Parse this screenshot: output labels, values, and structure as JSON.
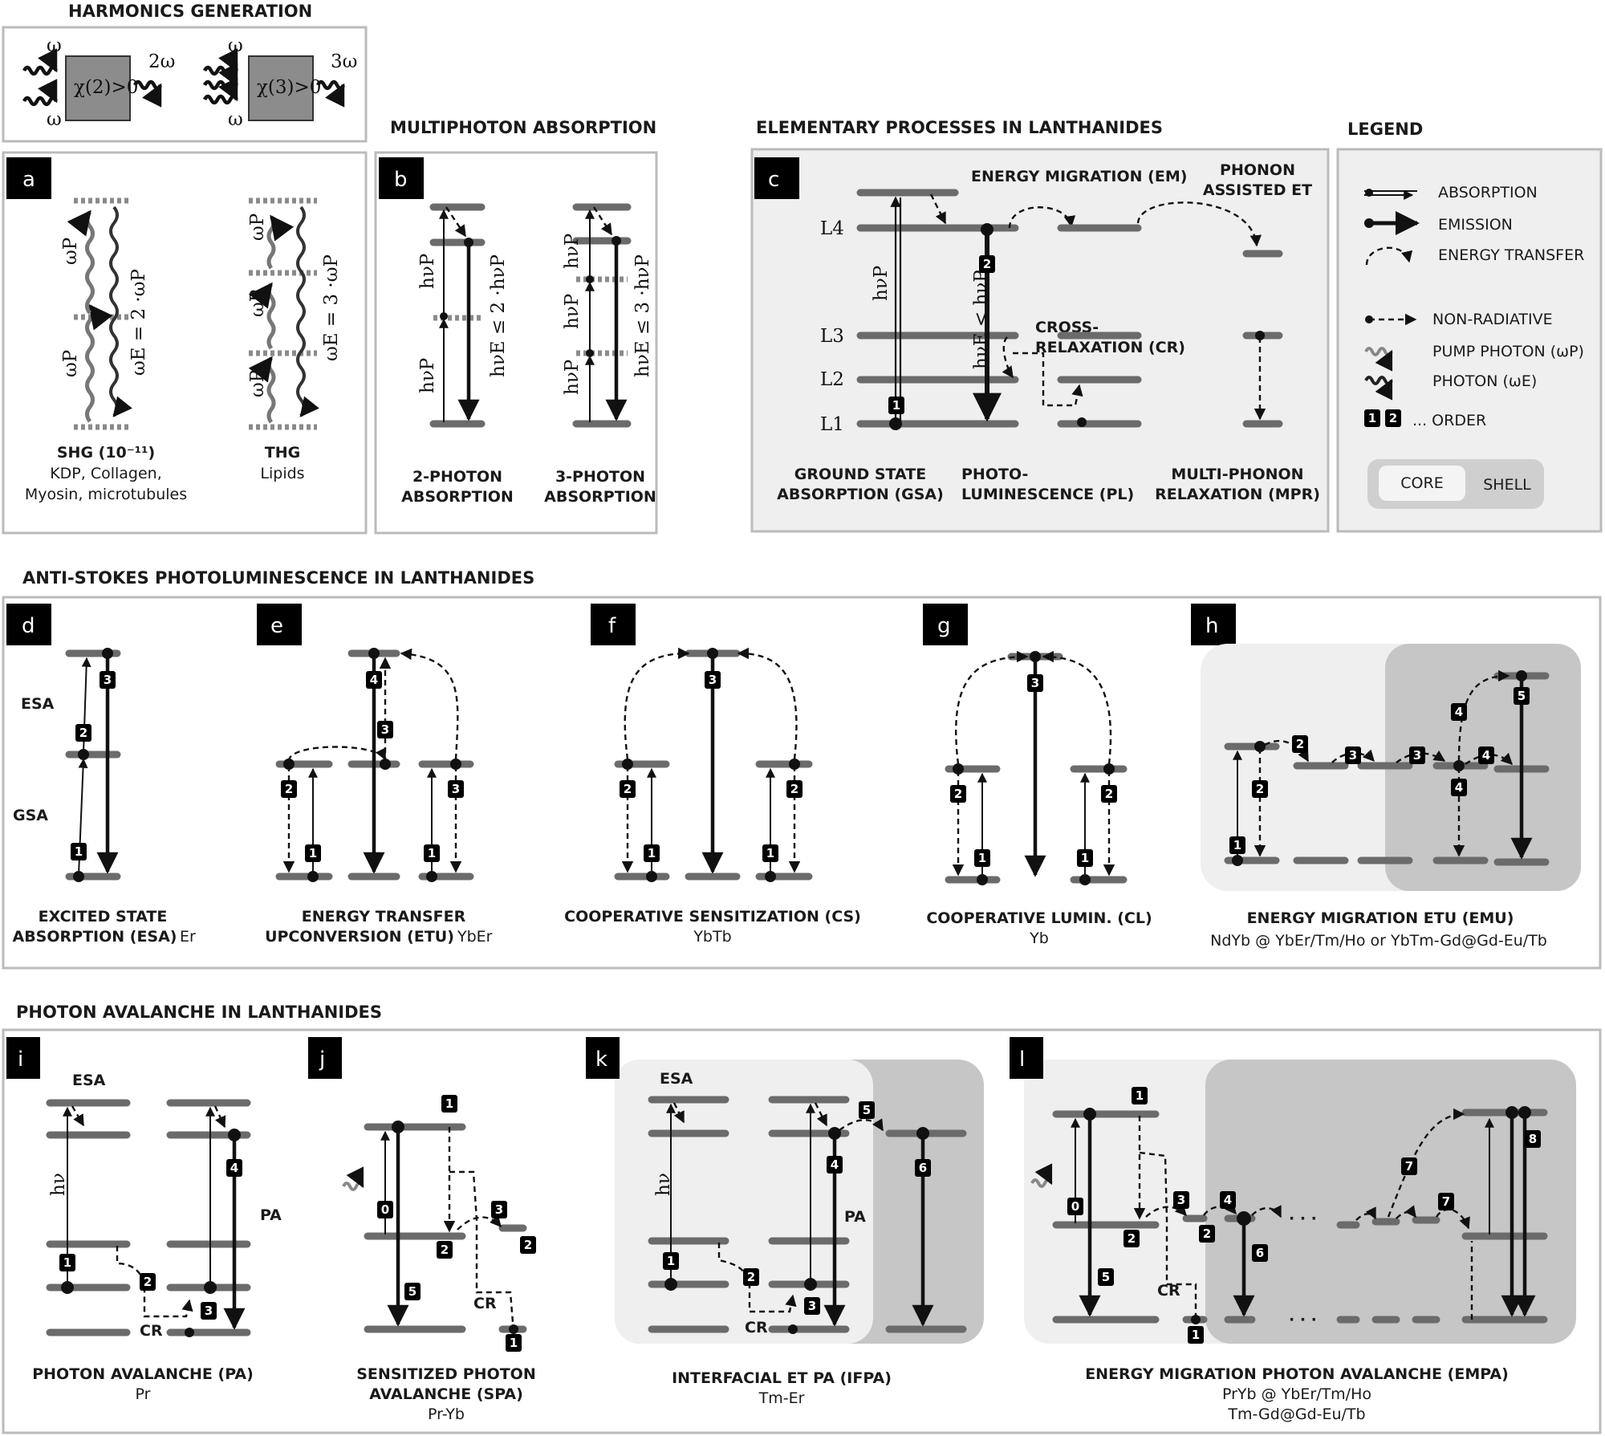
{
  "sections": {
    "harmonics": "HARMONICS GENERATION",
    "multiphoton": "MULTIPHOTON ABSORPTION",
    "elementary": "ELEMENTARY PROCESSES IN LANTHANIDES",
    "legend": "LEGEND",
    "antistokes": "ANTI-STOKES PHOTOLUMINESCENCE IN LANTHANIDES",
    "avalanche": "PHOTON AVALANCHE IN LANTHANIDES"
  },
  "harmonics": {
    "chi2": "χ(2)>0",
    "chi3": "χ(3)>0",
    "omega": "ω",
    "out2": "2ω",
    "out3": "3ω"
  },
  "panels": {
    "a": {
      "label": "a",
      "shg_title": "SHG (10⁻¹¹)",
      "shg_sub": "KDP, Collagen,",
      "shg_sub2": "Myosin, microtubules",
      "thg_title": "THG",
      "thg_sub": "Lipids",
      "wp": "ωP",
      "we2": "ωE = 2 ·ωP",
      "we3": "ωE = 3 ·ωP"
    },
    "b": {
      "label": "b",
      "hvp": "hνP",
      "hve2": "hνE ≤ 2 ·hνP",
      "hve3": "hνE ≤ 3 ·hνP",
      "cap1": "2-PHOTON",
      "cap1b": "ABSORPTION",
      "cap2": "3-PHOTON",
      "cap2b": "ABSORPTION"
    },
    "c": {
      "label": "c",
      "em": "ENERGY MIGRATION (EM)",
      "phonon1": "PHONON",
      "phonon2": "ASSISTED ET",
      "cross1": "CROSS-",
      "cross2": "RELAXATION (CR)",
      "levels": [
        "L4",
        "L3",
        "L2",
        "L1"
      ],
      "hvp": "hνP",
      "hve": "hνE < hνP",
      "gsa1": "GROUND STATE",
      "gsa2": "ABSORPTION (GSA)",
      "pl1": "PHOTO-",
      "pl2": "LUMINESCENCE (PL)",
      "mpr1": "MULTI-PHONON",
      "mpr2": "RELAXATION (MPR)"
    },
    "d": {
      "label": "d",
      "esa": "ESA",
      "gsa": "GSA",
      "cap1": "EXCITED STATE",
      "cap2": "ABSORPTION (ESA)",
      "ion": "Er"
    },
    "e": {
      "label": "e",
      "cap1": "ENERGY TRANSFER",
      "cap2": "UPCONVERSION (ETU)",
      "ion": "YbEr"
    },
    "f": {
      "label": "f",
      "cap1": "COOPERATIVE SENSITIZATION (CS)",
      "ion": "YbTb"
    },
    "g": {
      "label": "g",
      "cap1": "COOPERATIVE LUMIN. (CL)",
      "ion": "Yb"
    },
    "h": {
      "label": "h",
      "cap1": "ENERGY MIGRATION ETU (EMU)",
      "ion": "NdYb @ YbEr/Tm/Ho    or    YbTm-Gd@Gd-Eu/Tb"
    },
    "i": {
      "label": "i",
      "esa": "ESA",
      "pa": "PA",
      "cr": "CR",
      "cap1": "PHOTON AVALANCHE (PA)",
      "ion": "Pr"
    },
    "j": {
      "label": "j",
      "cr": "CR",
      "cap1": "SENSITIZED PHOTON",
      "cap2": "AVALANCHE (SPA)",
      "ion": "Pr-Yb"
    },
    "k": {
      "label": "k",
      "esa": "ESA",
      "pa": "PA",
      "cr": "CR",
      "cap1": "INTERFACIAL ET PA (IFPA)",
      "ion": "Tm-Er"
    },
    "l": {
      "label": "l",
      "cr": "CR",
      "cap1": "ENERGY MIGRATION PHOTON AVALANCHE (EMPA)",
      "ion": "PrYb @ YbEr/Tm/Ho",
      "ion2": "Tm-Gd@Gd-Eu/Tb"
    }
  },
  "legend": {
    "absorption": "ABSORPTION",
    "emission": "EMISSION",
    "et": "ENERGY TRANSFER",
    "nonrad": "NON-RADIATIVE",
    "pump": "PUMP PHOTON (ωP)",
    "photon": "PHOTON (ωE)",
    "order": "... ORDER",
    "core": "CORE",
    "shell": "SHELL"
  }
}
